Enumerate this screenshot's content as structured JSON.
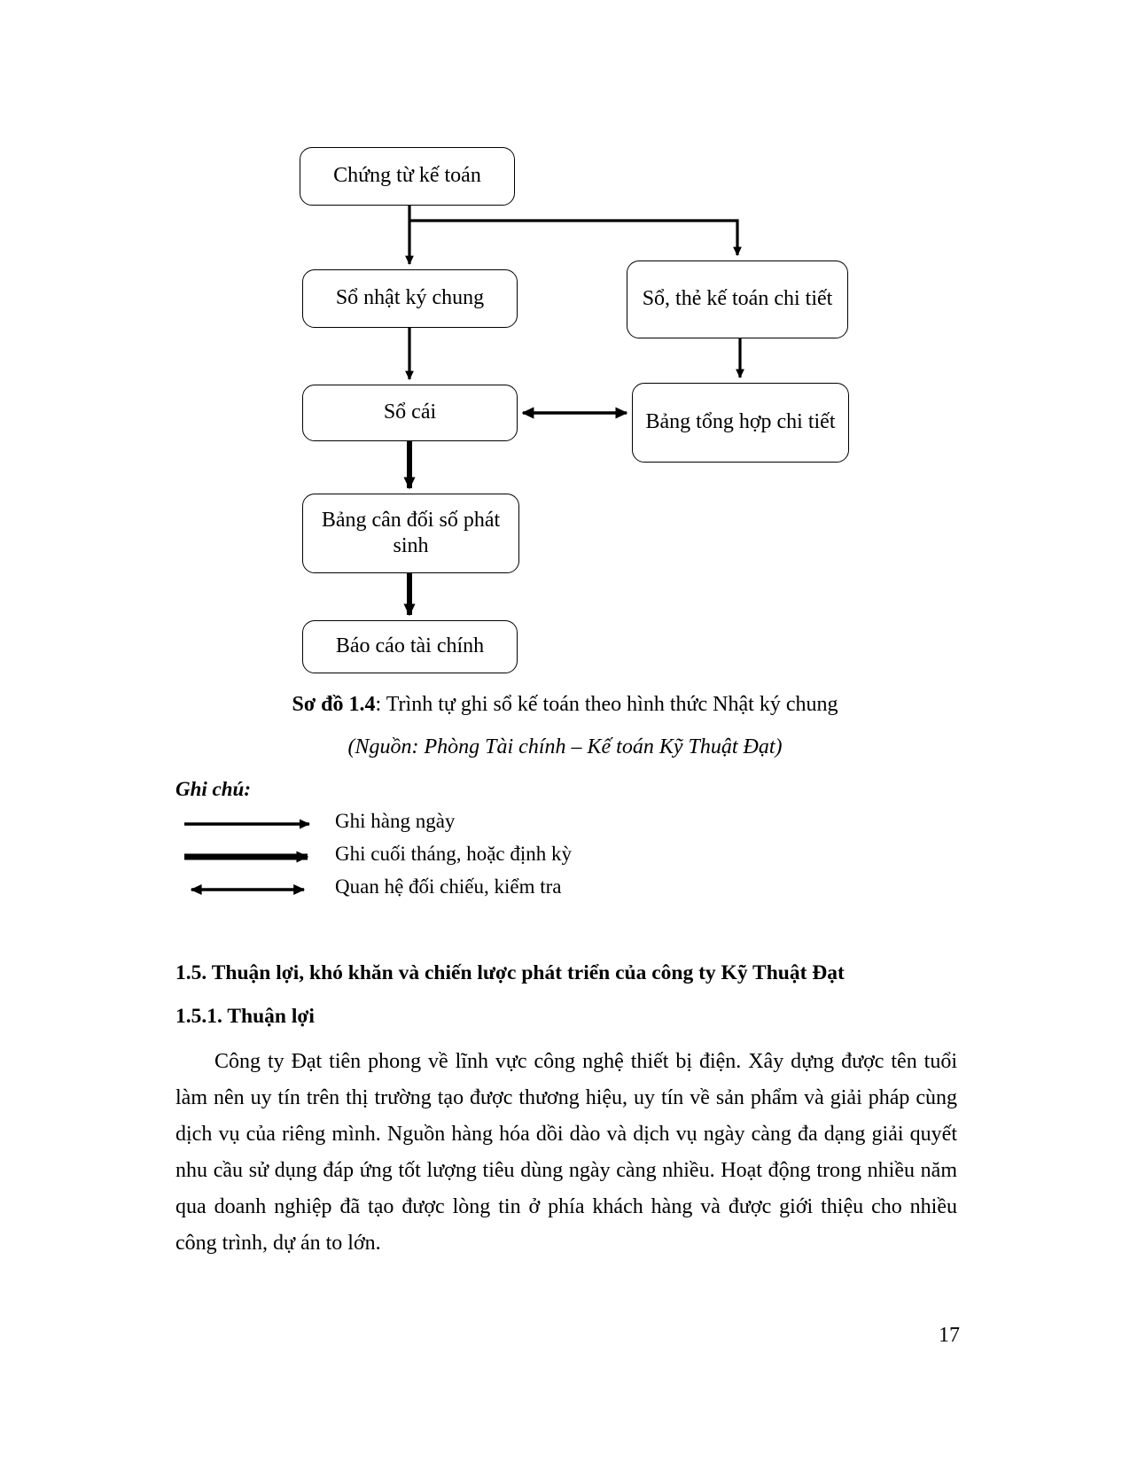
{
  "diagram": {
    "nodes": [
      {
        "id": "chung-tu-ke-toan",
        "label": "Chứng từ kế toán"
      },
      {
        "id": "so-nhat-ky-chung",
        "label": "Sổ nhật ký chung"
      },
      {
        "id": "so-the-ke-toan-chi-tiet",
        "label": "Sổ, thẻ kế toán chi tiết"
      },
      {
        "id": "so-cai",
        "label": "Sổ cái"
      },
      {
        "id": "bang-tong-hop-chi-tiet",
        "label": "Bảng tổng hợp chi tiết"
      },
      {
        "id": "bang-can-doi-so-phat-sinh",
        "label": "Bảng cân đối số phát sinh"
      },
      {
        "id": "bao-cao-tai-chinh",
        "label": "Báo cáo tài chính"
      }
    ],
    "edges": [
      {
        "from": "chung-tu-ke-toan",
        "to": "so-nhat-ky-chung",
        "style": "thin",
        "arrow": "single"
      },
      {
        "from": "chung-tu-ke-toan",
        "to": "so-the-ke-toan-chi-tiet",
        "style": "thin",
        "arrow": "single"
      },
      {
        "from": "so-nhat-ky-chung",
        "to": "so-cai",
        "style": "thin",
        "arrow": "single"
      },
      {
        "from": "so-the-ke-toan-chi-tiet",
        "to": "bang-tong-hop-chi-tiet",
        "style": "thin",
        "arrow": "single"
      },
      {
        "from": "so-cai",
        "to": "bang-tong-hop-chi-tiet",
        "style": "thick",
        "arrow": "double"
      },
      {
        "from": "so-cai",
        "to": "bang-can-doi-so-phat-sinh",
        "style": "thick",
        "arrow": "single"
      },
      {
        "from": "bang-can-doi-so-phat-sinh",
        "to": "bao-cao-tai-chinh",
        "style": "thick",
        "arrow": "single"
      }
    ]
  },
  "caption": {
    "figure_label": "Sơ đồ 1.4",
    "figure_text": ": Trình tự ghi sổ kế toán theo hình thức Nhật ký chung",
    "source": "(Nguồn: Phòng Tài chính – Kế toán Kỹ Thuật Đạt)"
  },
  "legend": {
    "title": "Ghi chú:",
    "items": [
      {
        "glyph": "arrow-thin-right",
        "label": "Ghi hàng ngày"
      },
      {
        "glyph": "arrow-thick-right",
        "label": "Ghi cuối tháng, hoặc định kỳ"
      },
      {
        "glyph": "arrow-double-head",
        "label": "Quan hệ đối chiếu, kiểm tra"
      }
    ]
  },
  "headings": {
    "section_1_5": "1.5. Thuận lợi, khó khăn và chiến lược phát triển của công ty Kỹ Thuật Đạt",
    "section_1_5_1": "1.5.1. Thuận lợi"
  },
  "body": {
    "paragraph": "Công ty Đạt tiên phong về lĩnh vực công nghệ thiết bị điện. Xây dựng được tên tuổi làm nên uy tín trên thị trường tạo được thương hiệu, uy tín về sản phẩm và giải pháp cùng dịch vụ của riêng mình. Nguồn hàng hóa dồi dào và dịch vụ ngày càng đa dạng giải quyết nhu cầu sử dụng đáp ứng tốt lượng tiêu dùng ngày càng nhiều. Hoạt động trong nhiều năm qua doanh nghiệp đã tạo được lòng tin ở phía khách hàng và được giới thiệu cho nhiều công trình, dự án to lớn."
  },
  "footer": {
    "page_number": "17"
  }
}
